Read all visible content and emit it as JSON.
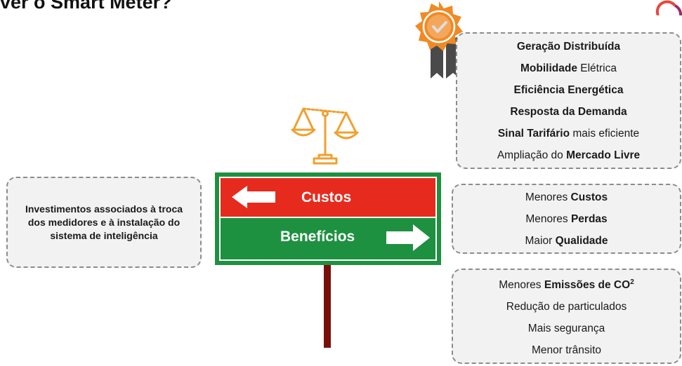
{
  "title": "ver o Smart Meter?",
  "sign": {
    "costs_label": "Custos",
    "benefits_label": "Benefícios",
    "colors": {
      "costs": "#e62b1e",
      "benefits": "#1e9141",
      "pole": "#7a0f0a"
    }
  },
  "costs_box": {
    "text": "Investimentos associados à troca dos medidores e à instalação do sistema de inteligência"
  },
  "benefits_top": {
    "lines": [
      {
        "bold": "Geração Distribuída",
        "normal": ""
      },
      {
        "bold": "Mobilidade",
        "normal": " Elétrica"
      },
      {
        "bold": "Eficiência Energética",
        "normal": ""
      },
      {
        "bold": "Resposta da Demanda",
        "normal": ""
      },
      {
        "bold": "Sinal Tarifário",
        "normal": " mais eficiente"
      },
      {
        "pre": "Ampliação do ",
        "bold": "Mercado Livre"
      }
    ]
  },
  "benefits_mid": {
    "lines": [
      {
        "pre": "Menores ",
        "bold": "Custos"
      },
      {
        "pre": "Menores ",
        "bold": "Perdas"
      },
      {
        "pre": "Maior ",
        "bold": "Qualidade"
      }
    ]
  },
  "benefits_bottom": {
    "line1_pre": "Menores ",
    "line1_bold": "Emissões de CO",
    "line1_sup": "2",
    "line2": "Redução de particulados",
    "line3": "Mais segurança",
    "line4": "Menor trânsito"
  },
  "icons": {
    "scale": "balance-scale-icon",
    "badge": "award-badge-icon",
    "logo": "brand-logo-icon"
  }
}
